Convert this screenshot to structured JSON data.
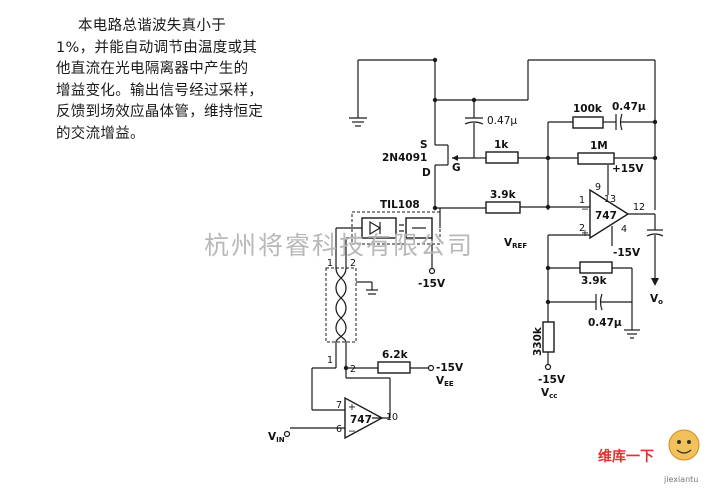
{
  "description": {
    "lines": [
      "本电路总谐波失真小于",
      "1%，并能自动调节由温度或其",
      "他直流在光电隔离器中产生的",
      "增益变化。输出信号经过采样，",
      "反馈到场效应晶体管，维持恒定",
      "的交流增益。"
    ]
  },
  "circuit": {
    "fet_label": "2N4091",
    "fet_source": "S",
    "fet_drain": "D",
    "fet_gate": "G",
    "cap_top": "0.47μ",
    "res_gate": "1k",
    "res_100k": "100k",
    "cap_fb": "0.47μ",
    "res_1m": "1M",
    "supply_pos": "+15V",
    "res_3k9_in": "3.9k",
    "opto_label": "TIL108",
    "v_ref": "V",
    "v_ref_sub": "REF",
    "op_main": "747",
    "op_main_pin9": "9",
    "op_main_pin13": "13",
    "op_main_pin1": "1",
    "op_main_pin2": "2",
    "op_main_pin12": "12",
    "op_main_pin4": "4",
    "supply_neg_op": "-15V",
    "res_3k9_lower": "3.9k",
    "cap_lower": "0.47μ",
    "res_330k": "330k",
    "vcc_value": "-15V",
    "vcc_label": "V",
    "vcc_sub": "cc",
    "vo_label": "V",
    "vo_sub": "o",
    "opto_neg": "-15V",
    "pin1": "1",
    "pin2": "2",
    "pin1b": "1",
    "pin2b": "2",
    "res_6k2": "6.2k",
    "vee_value": "-15V",
    "vee_label": "V",
    "vee_sub": "EE",
    "op_buf": "747",
    "op_buf_pin7": "7",
    "op_buf_pin6": "6",
    "op_buf_pin10": "10",
    "vin_label": "V",
    "vin_sub": "IN"
  },
  "watermark": "杭州将睿科技有限公司",
  "logo": {
    "line1": "维库一下",
    "line2": "jiexiantu"
  }
}
